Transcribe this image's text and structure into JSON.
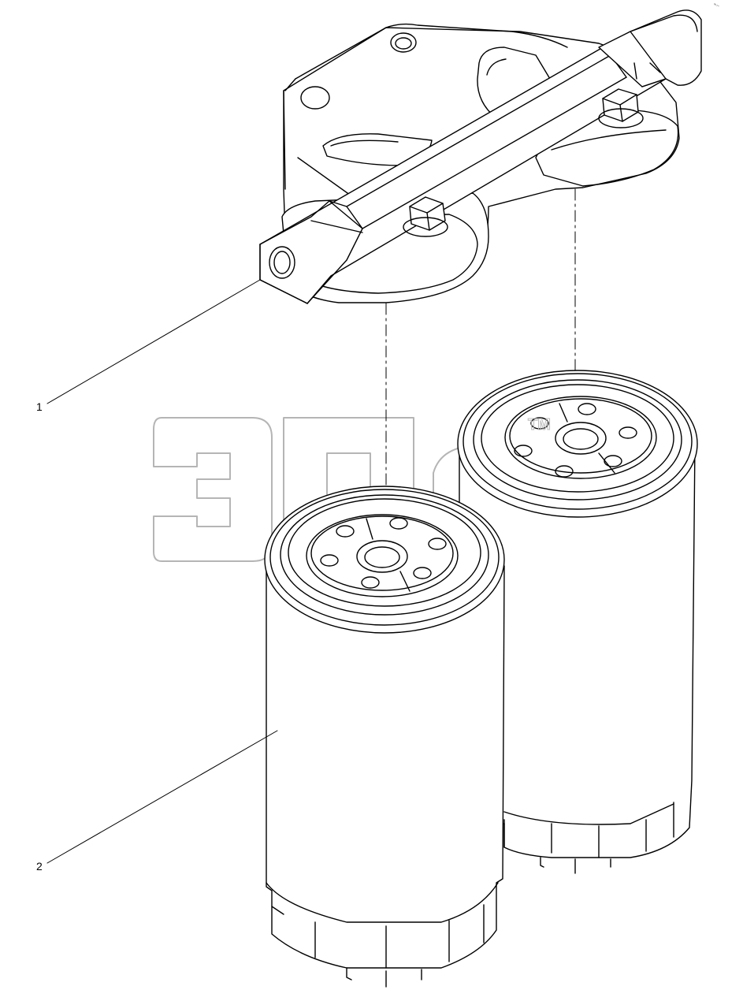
{
  "diagram": {
    "callouts": [
      {
        "number": "1",
        "part": "filter-head"
      },
      {
        "number": "2",
        "part": "filter-cartridge"
      }
    ],
    "watermark": {
      "mark": "ЭПС",
      "trademark": "TM"
    },
    "corner_mark": "∞⌐"
  }
}
